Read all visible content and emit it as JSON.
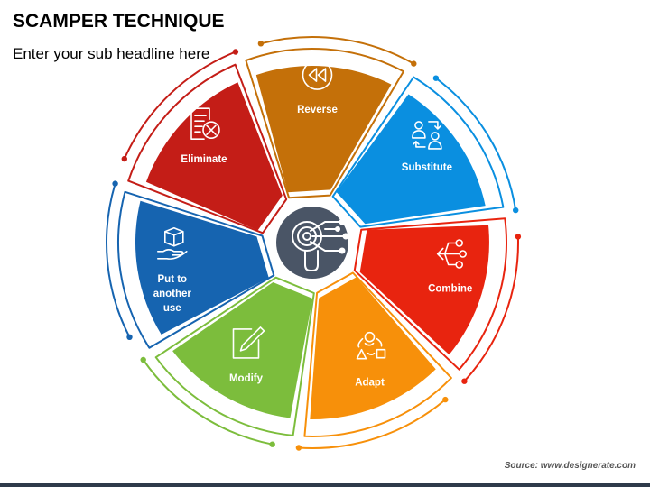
{
  "header": {
    "title": "SCAMPER TECHNIQUE",
    "subtitle": "Enter your sub headline here"
  },
  "segments": [
    {
      "id": "substitute",
      "lines": [
        "Substitute"
      ],
      "color": "#0a8fe0",
      "icon": "people-swap-icon"
    },
    {
      "id": "combine",
      "lines": [
        "Combine"
      ],
      "color": "#e8240f",
      "icon": "merge-arrows-icon"
    },
    {
      "id": "adapt",
      "lines": [
        "Adapt"
      ],
      "color": "#f7900a",
      "icon": "shapes-cycle-icon"
    },
    {
      "id": "modify",
      "lines": [
        "Modify"
      ],
      "color": "#7cbd3c",
      "icon": "edit-pencil-icon"
    },
    {
      "id": "put-to-another-use",
      "lines": [
        "Put to",
        "another",
        "use"
      ],
      "color": "#1664b0",
      "icon": "box-hand-icon"
    },
    {
      "id": "eliminate",
      "lines": [
        "Eliminate"
      ],
      "color": "#c41d17",
      "icon": "document-cross-icon"
    },
    {
      "id": "reverse",
      "lines": [
        "Reverse"
      ],
      "color": "#c47009",
      "icon": "rewind-icon"
    }
  ],
  "center": {
    "color": "#4a5566",
    "icon": "magnifier-circuit-icon"
  },
  "footer": {
    "source": "Source: www.designerate.com"
  }
}
